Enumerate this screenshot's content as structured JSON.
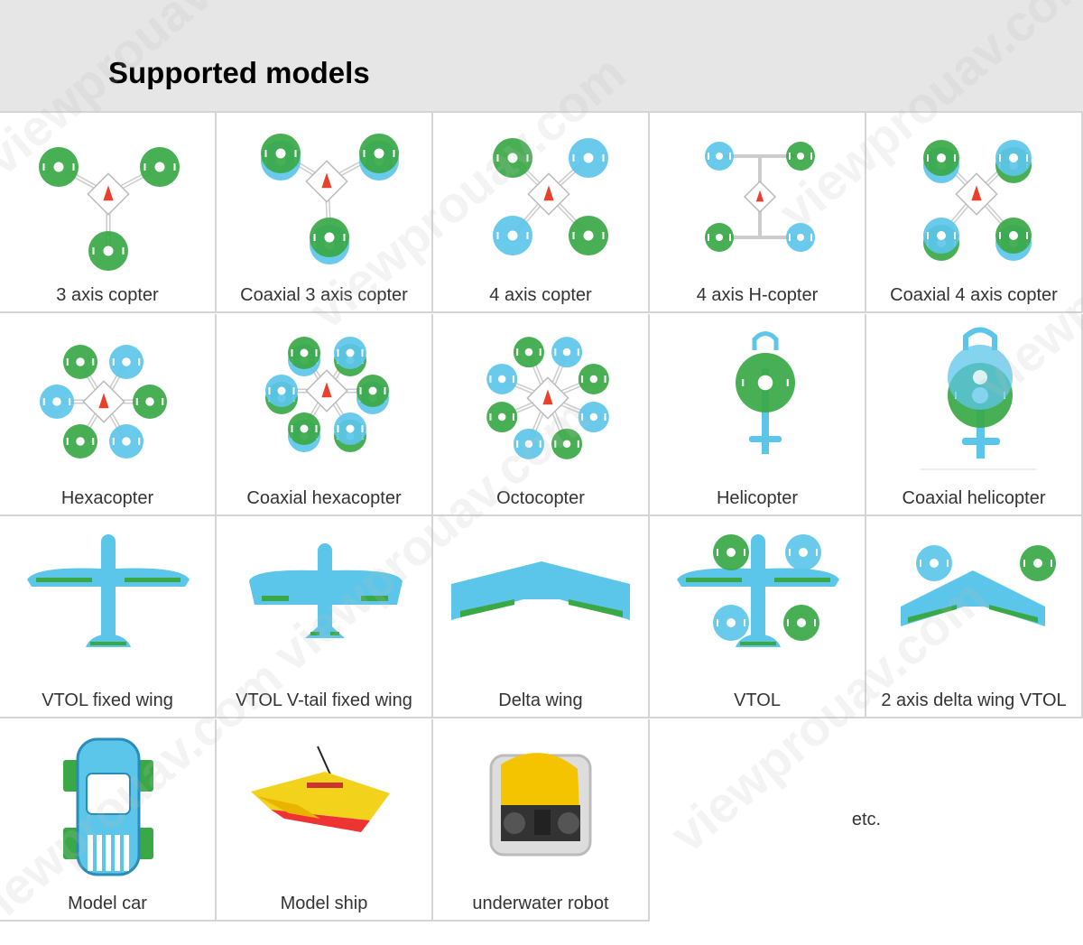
{
  "title": "Supported models",
  "watermark": "viewprouav.com",
  "colors": {
    "green": "#3aa845",
    "blue": "#5cc6ea",
    "red": "#e8402a",
    "border": "#d4d4d4"
  },
  "models": [
    {
      "label": "3 axis copter",
      "icon": "tri"
    },
    {
      "label": "Coaxial 3 axis copter",
      "icon": "tri-coax"
    },
    {
      "label": "4 axis copter",
      "icon": "quad"
    },
    {
      "label": "4 axis H-copter",
      "icon": "hquad"
    },
    {
      "label": "Coaxial 4 axis copter",
      "icon": "quad-coax"
    },
    {
      "label": "Hexacopter",
      "icon": "hexa"
    },
    {
      "label": "Coaxial hexacopter",
      "icon": "hexa-coax"
    },
    {
      "label": "Octocopter",
      "icon": "octo"
    },
    {
      "label": "Helicopter",
      "icon": "heli"
    },
    {
      "label": "Coaxial helicopter",
      "icon": "heli-coax"
    },
    {
      "label": "VTOL fixed wing",
      "icon": "plane"
    },
    {
      "label": "VTOL V-tail fixed wing",
      "icon": "vtail"
    },
    {
      "label": "Delta wing",
      "icon": "delta"
    },
    {
      "label": "VTOL",
      "icon": "vtol"
    },
    {
      "label": "2 axis delta wing VTOL",
      "icon": "delta-vtol"
    },
    {
      "label": "Model car",
      "icon": "car"
    },
    {
      "label": "Model ship",
      "icon": "ship"
    },
    {
      "label": "underwater robot",
      "icon": "robot"
    }
  ],
  "etc": "etc."
}
